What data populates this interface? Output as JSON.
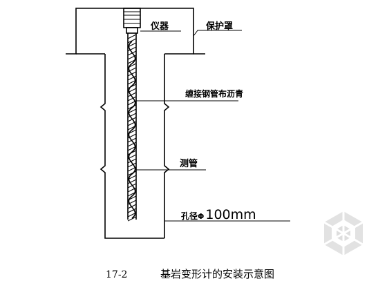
{
  "labels": {
    "instrument": "仪器",
    "protective_cover": "保护罩",
    "wrapped_tube": "缠接钢管布沥青",
    "measuring_tube": "测管",
    "hole_diameter_prefix": "孔径",
    "hole_diameter_symbol": "Φ",
    "hole_diameter_value": "100mm"
  },
  "caption": {
    "number": "17-2",
    "title": "基岩变形计的安装示意图"
  },
  "colors": {
    "line": "#000000",
    "watermark": "#d6d6d6"
  },
  "icons": {
    "watermark": "watermark-logo-icon"
  }
}
